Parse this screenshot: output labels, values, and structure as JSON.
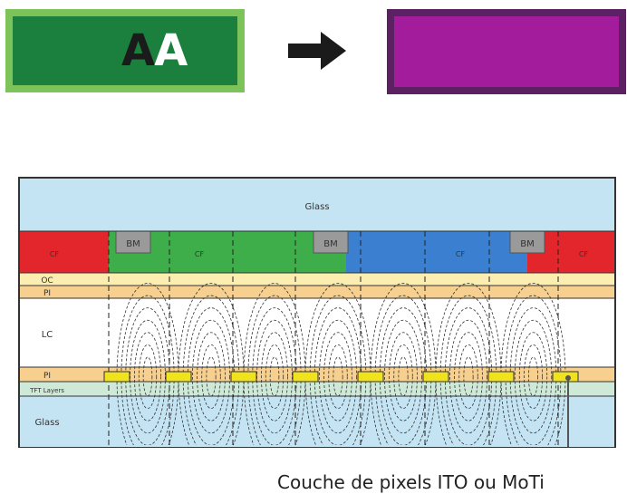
{
  "top": {
    "aa_dark_letter": "A",
    "aa_light_letter": "A",
    "colors": {
      "aa_fill": "#1b7f3e",
      "aa_border": "#7cc35a",
      "magenta_fill": "#a21c9c",
      "magenta_border": "#5b2163",
      "arrow": "#1b1b1b"
    }
  },
  "diagram": {
    "layers": {
      "glass_top": "Glass",
      "cf": "CF",
      "bm": "BM",
      "oc": "OC",
      "pi": "PI",
      "lc": "LC",
      "tft": "TFT Layers",
      "glass_bottom": "Glass"
    },
    "colors": {
      "glass": "#c5e4f3",
      "red": "#e3262c",
      "green": "#3dae49",
      "blue": "#3a7fd0",
      "oc": "#fbeeb0",
      "pi": "#f7cf8e",
      "tft": "#cfe9d8",
      "electrode": "#f1e21e"
    }
  },
  "caption": "Couche de pixels ITO ou MoTi"
}
